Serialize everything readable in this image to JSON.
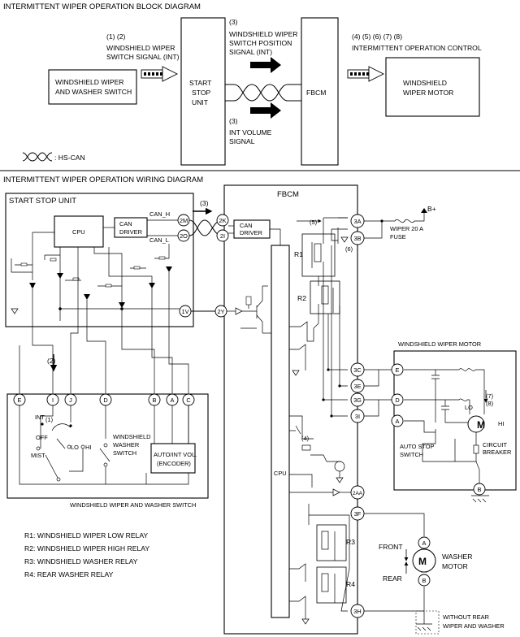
{
  "block": {
    "title": "INTERMITTENT WIPER OPERATION BLOCK DIAGRAM",
    "switch_box": [
      "WINDSHIELD WIPER",
      "AND WASHER SWITCH"
    ],
    "signal1_num": "(1) (2)",
    "signal1": [
      "WINDSHIELD WIPER",
      "SWITCH SIGNAL (INT)"
    ],
    "ssu": [
      "START",
      "STOP",
      "UNIT"
    ],
    "signal3a_num": "(3)",
    "signal3a": [
      "WINDSHIELD WIPER",
      "SWITCH POSITION",
      "SIGNAL (INT)"
    ],
    "signal3b_num": "(3)",
    "signal3b": [
      "INT VOLUME",
      "SIGNAL"
    ],
    "fbcm": "FBCM",
    "control_num": "(4) (5) (6) (7) (8)",
    "control": "INTERMITTENT OPERATION CONTROL",
    "motor": [
      "WINDSHIELD",
      "WIPER MOTOR"
    ],
    "legend": ": HS-CAN"
  },
  "wiring": {
    "title": "INTERMITTENT WIPER OPERATION WIRING DIAGRAM",
    "ssu_title": "START STOP UNIT",
    "cpu": "CPU",
    "can_driver_l": [
      "CAN",
      "DRIVER"
    ],
    "can_h": "CAN_H",
    "can_l": "CAN_L",
    "fbcm_title": "FBCM",
    "can_driver_r": [
      "CAN",
      "DRIVER"
    ],
    "fbcm_cpu": "CPU",
    "label_3": "(3)",
    "label_2": "(2)",
    "label_5": "(5)",
    "label_6": "(6)",
    "label_4": "(4)",
    "label_7": "(7)",
    "label_8": "(8)",
    "bplus": "B+",
    "fuse": [
      "WIPER 20 A",
      "FUSE"
    ],
    "r1": "R1",
    "r2": "R2",
    "r3": "R3",
    "r4": "R4",
    "terms_ssu": [
      "2M",
      "2O",
      "1V"
    ],
    "terms_fbcm_left": [
      "2K",
      "2I",
      "2Y"
    ],
    "terms_fbcm_right": [
      "3A",
      "3B",
      "3C",
      "3E",
      "3G",
      "3I",
      "2AA",
      "3F",
      "3H"
    ],
    "sw_terms": [
      "E",
      "I",
      "J",
      "D",
      "B",
      "A",
      "C"
    ],
    "sw_positions": {
      "int": "INT",
      "off": "OFF",
      "mist": "MIST",
      "lo": "LO",
      "hi": "HI",
      "num1": "(1)"
    },
    "washer_switch": [
      "WINDSHIELD",
      "WASHER",
      "SWITCH"
    ],
    "encoder": [
      "AUTO/INT VOL.",
      "(ENCODER)"
    ],
    "sw_caption": "WINDSHIELD WIPER AND WASHER SWITCH",
    "motor_title": "WINDSHIELD WIPER MOTOR",
    "motor_terms": [
      "E",
      "D",
      "A",
      "B"
    ],
    "motor_lo": "LO",
    "motor_hi": "HI",
    "motor_m": "M",
    "auto_stop": [
      "AUTO STOP",
      "SWITCH"
    ],
    "breaker": [
      "CIRCUIT",
      "BREAKER"
    ],
    "washer_motor": [
      "WASHER",
      "MOTOR"
    ],
    "washer_terms": [
      "A",
      "B"
    ],
    "front": "FRONT",
    "rear": "REAR",
    "without_rear": [
      "WITHOUT REAR",
      "WIPER AND WASHER"
    ],
    "legend": [
      "R1: WINDSHIELD WIPER LOW RELAY",
      "R2: WINDSHIELD WIPER HIGH RELAY",
      "R3: WINDSHIELD WASHER RELAY",
      "R4: REAR WASHER RELAY"
    ]
  }
}
